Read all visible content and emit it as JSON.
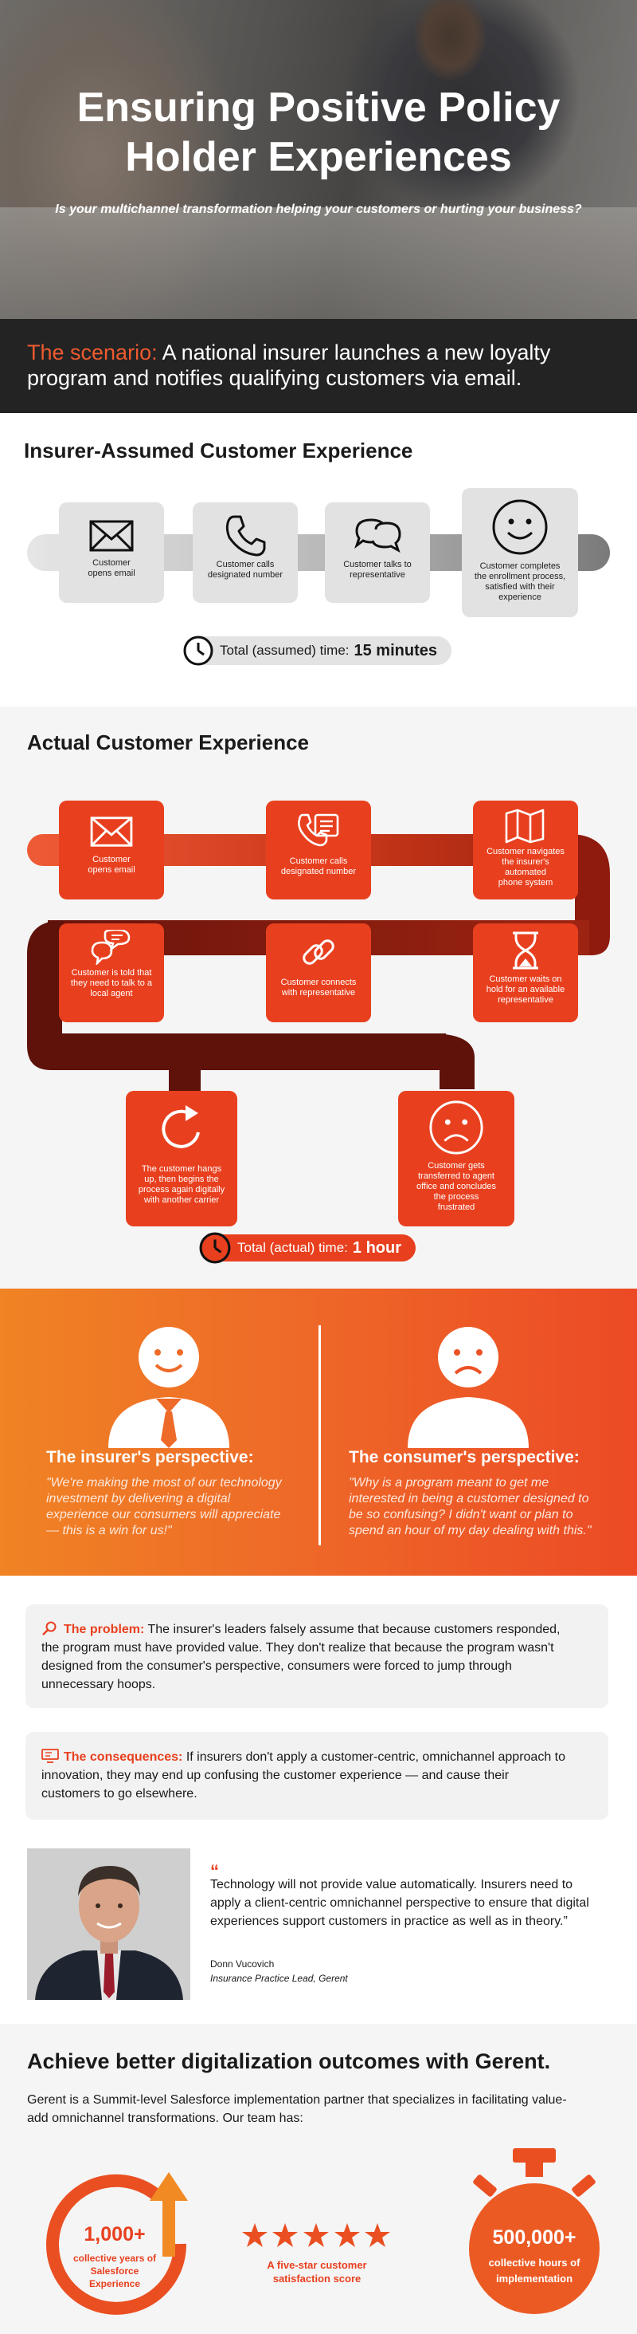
{
  "hero": {
    "title_line1": "Ensuring Positive Policy",
    "title_line2": "Holder Experiences",
    "subtitle": "Is your multichannel transformation helping your customers or hurting your business?"
  },
  "scenario": {
    "label": "The scenario:",
    "text": "A national insurer launches a new loyalty program and notifies qualifying customers via email."
  },
  "assumed": {
    "title": "Insurer-Assumed Customer Experience",
    "steps": [
      {
        "icon": "envelope-icon",
        "line1": "Customer",
        "line2": "opens email"
      },
      {
        "icon": "phone-icon",
        "line1": "Customer calls",
        "line2": "designated number"
      },
      {
        "icon": "chat-bubbles-icon",
        "line1": "Customer talks to",
        "line2": "representative"
      },
      {
        "icon": "smiley-icon",
        "line1": "Customer completes",
        "line2": "the enrollment process,",
        "line3": "satisfied with their",
        "line4": "experience"
      }
    ],
    "time_label": "Total (assumed) time:",
    "time_value": "15 minutes"
  },
  "actual": {
    "title": "Actual Customer Experience",
    "steps": [
      {
        "icon": "envelope-icon",
        "lines": [
          "Customer",
          "opens email"
        ]
      },
      {
        "icon": "phone-list-icon",
        "lines": [
          "Customer calls",
          "designated number"
        ]
      },
      {
        "icon": "map-icon",
        "lines": [
          "Customer navigates",
          "the insurer's",
          "automated",
          "phone system"
        ]
      },
      {
        "icon": "chat-bubbles-icon",
        "lines": [
          "Customer is told that",
          "they need to talk to a",
          "local agent"
        ]
      },
      {
        "icon": "link-icon",
        "lines": [
          "Customer connects",
          "with representative"
        ]
      },
      {
        "icon": "hourglass-icon",
        "lines": [
          "Customer waits on",
          "hold for an available",
          "representative"
        ]
      },
      {
        "icon": "refresh-icon",
        "lines": [
          "The customer hangs",
          "up, then begins the",
          "process again digitally",
          "with another carrier"
        ]
      },
      {
        "icon": "sad-face-icon",
        "lines": [
          "Customer gets",
          "transferred to agent",
          "office and concludes",
          "the process",
          "frustrated"
        ]
      }
    ],
    "time_label": "Total (actual) time:",
    "time_value": "1 hour"
  },
  "perspectives": {
    "insurer_title": "The insurer's perspective:",
    "insurer_quote_lines": [
      "\"We're making the most of our technology",
      "investment by delivering a digital",
      "experience our consumers will appreciate",
      "— this is a win for us!\""
    ],
    "consumer_title": "The consumer's perspective:",
    "consumer_quote_lines": [
      "\"Why is a program meant to get me",
      "interested in being a customer designed to",
      "be so confusing? I didn't want or plan to",
      "spend an hour of my day dealing with this.\""
    ]
  },
  "problem": {
    "label": "The problem:",
    "line1": "The insurer's leaders falsely assume that because customers responded,",
    "line2": "the program must have provided value. They don't realize that because the program wasn't",
    "line3": "designed from the consumer's perspective, consumers were forced to jump through",
    "line4": "unnecessary hoops."
  },
  "consequences": {
    "label": "The consequences:",
    "line1": "If insurers don't apply a customer-centric, omnichannel approach to",
    "line2": "innovation, they may end up confusing the customer experience — and cause their",
    "line3": "customers to go elsewhere."
  },
  "quote": {
    "mark": "“",
    "line1": "Technology will not provide value automatically. Insurers need to",
    "line2": "apply a client-centric omnichannel perspective to ensure that digital",
    "line3": "experiences support customers in practice as well as in theory.”",
    "name": "Donn Vucovich",
    "role": "Insurance Practice Lead, Gerent"
  },
  "gerent": {
    "title": "Achieve better digitalization outcomes with Gerent.",
    "intro_line1": "Gerent is a Summit-level Salesforce implementation partner that specializes in facilitating value-",
    "intro_line2": "add omnichannel transformations. Our team has:",
    "stat1": {
      "value": "1,000+",
      "line1": "collective years of",
      "line2": "Salesforce",
      "line3": "Experience"
    },
    "stat2": {
      "stars": 5,
      "line1": "A five-star customer",
      "line2": "satisfaction score"
    },
    "stat3": {
      "value": "500,000+",
      "line1": "collective hours of",
      "line2": "implementation"
    }
  },
  "colors": {
    "accent": "#e8401f",
    "dark": "#232323",
    "orange_start": "#f08324",
    "dark_red": "#8e1b0e"
  }
}
